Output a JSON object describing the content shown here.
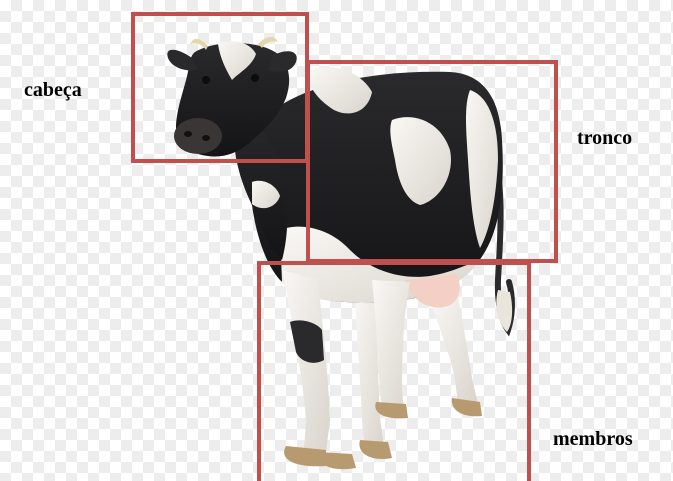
{
  "labels": {
    "head": "cabeça",
    "trunk": "tronco",
    "limbs": "membros"
  },
  "colors": {
    "box_border": "#c0504d",
    "cow_black": "#1c1c1e",
    "cow_white": "#f1eeea",
    "horn": "#e3d6a8",
    "hoof": "#b89a70"
  },
  "icons": {
    "subject": "cow-illustration"
  }
}
